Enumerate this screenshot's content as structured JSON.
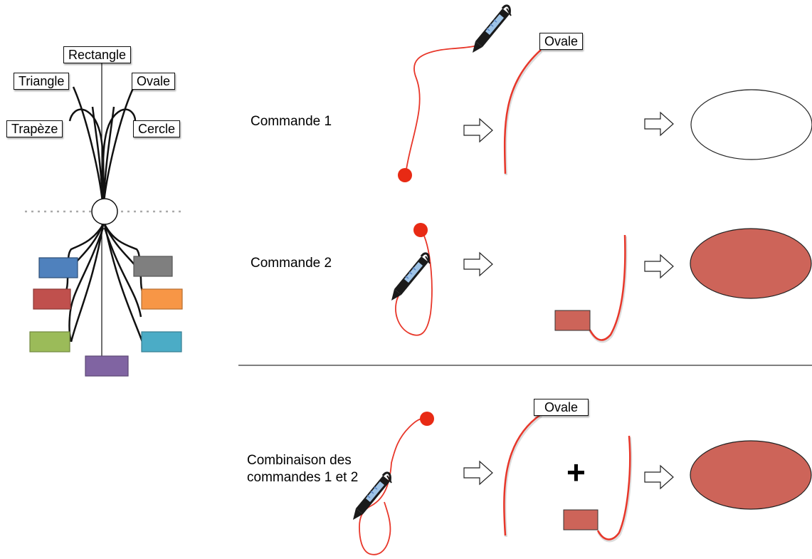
{
  "menu_labels": {
    "rectangle": "Rectangle",
    "triangle": "Triangle",
    "ovale": "Ovale",
    "trapeze": "Trapèze",
    "cercle": "Cercle"
  },
  "rows": {
    "command1": "Commande 1",
    "command2": "Commande 2",
    "combination_line1": "Combinaison des",
    "combination_line2": "commandes 1 et 2"
  },
  "result_labels": {
    "ovale_row1": "Ovale",
    "ovale_row3": "Ovale"
  },
  "plus_sign": "+",
  "colors": {
    "stroke_red": "#e8372a",
    "dot_red": "#e82a14",
    "fill_red": "#cd6459",
    "blue": "#4f81bd",
    "gray": "#7f7f7f",
    "red": "#c0504d",
    "orange": "#f79646",
    "green": "#9bbb59",
    "cyan": "#4bacc6",
    "purple": "#8064a2"
  }
}
